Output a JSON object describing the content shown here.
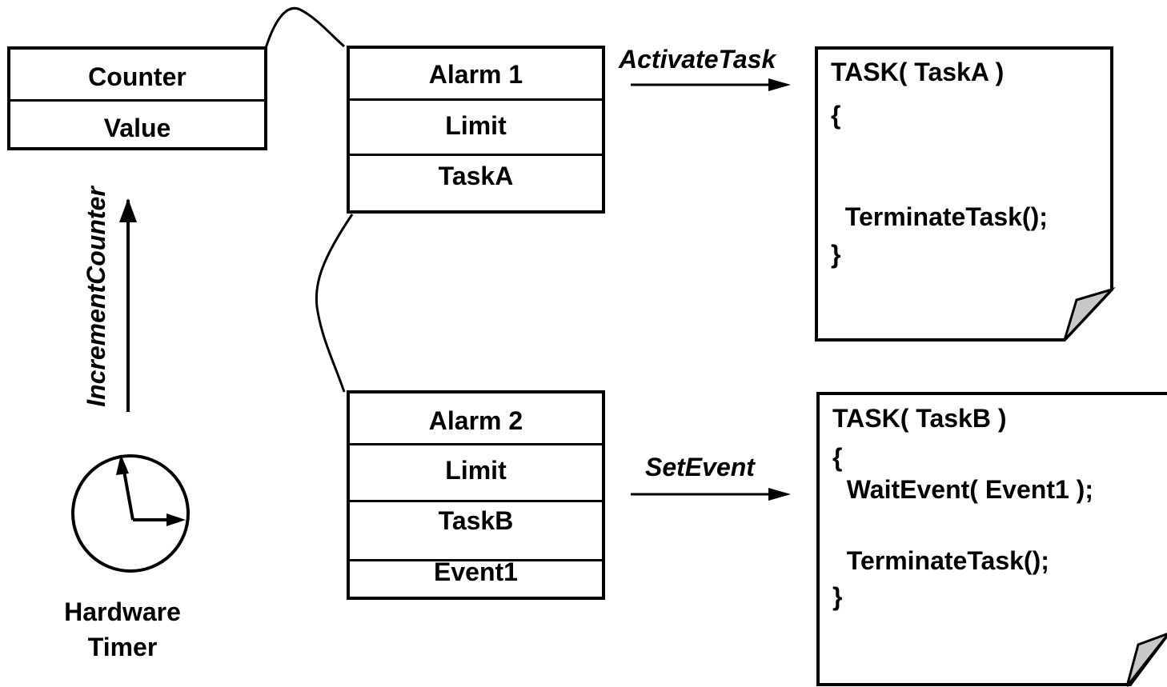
{
  "counter": {
    "title": "Counter",
    "field": "Value"
  },
  "increment_label": "IncrementCounter",
  "timer": {
    "line1": "Hardware",
    "line2": "Timer"
  },
  "alarm1": {
    "title": "Alarm 1",
    "row1": "Limit",
    "row2": "TaskA"
  },
  "alarm2": {
    "title": "Alarm 2",
    "row1": "Limit",
    "row2": "TaskB",
    "row3": "Event1"
  },
  "action1_label": "ActivateTask",
  "action2_label": "SetEvent",
  "taskA": {
    "lines": [
      "TASK( TaskA )",
      "{",
      "  TerminateTask();",
      "}"
    ]
  },
  "taskB": {
    "lines": [
      "TASK( TaskB )",
      "{",
      "  WaitEvent( Event1 );",
      "  TerminateTask();",
      "}"
    ]
  },
  "colors": {
    "stroke": "#000000",
    "fold": "#c8c8c8"
  }
}
